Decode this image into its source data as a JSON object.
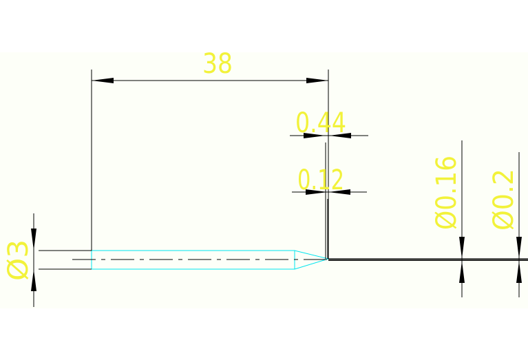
{
  "drawing": {
    "background": "#fdfff8",
    "dimension_text_color": "#f2f23a",
    "geometry_color": "#00e5ee",
    "line_color": "#000000",
    "dimensions": {
      "length_38": "38",
      "width_044": "0.44",
      "width_012": "0.12",
      "dia_3": "Ø3",
      "dia_016": "Ø0.16",
      "dia_02": "Ø0.2"
    }
  }
}
